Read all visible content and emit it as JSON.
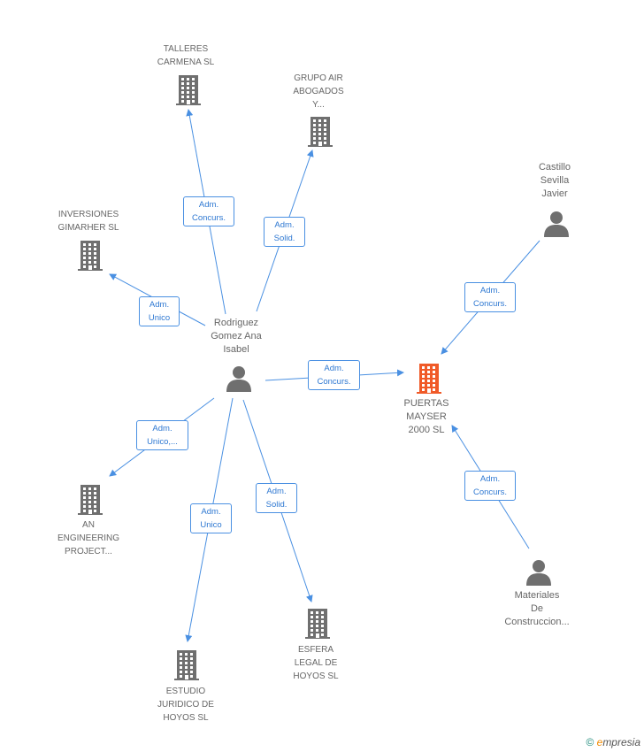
{
  "colors": {
    "edge": "#4a90e2",
    "company": "#6f6f6f",
    "company_focus": "#f05a28",
    "person": "#6f6f6f",
    "label_text": "#666666"
  },
  "nodes": {
    "talleres": {
      "lines": [
        "TALLERES",
        "CARMENA SL"
      ],
      "icon": "building-icon"
    },
    "grupo_air": {
      "lines": [
        "GRUPO AIR",
        "ABOGADOS",
        "Y..."
      ],
      "icon": "building-icon"
    },
    "inversiones": {
      "lines": [
        "INVERSIONES",
        "GIMARHER SL"
      ],
      "icon": "building-icon"
    },
    "castillo": {
      "lines": [
        "Castillo",
        "Sevilla",
        "Javier"
      ],
      "icon": "person-icon"
    },
    "rodriguez": {
      "lines": [
        "Rodriguez",
        "Gomez Ana",
        "Isabel"
      ],
      "icon": "person-icon"
    },
    "puertas": {
      "lines": [
        "PUERTAS",
        "MAYSER",
        "2000 SL"
      ],
      "icon": "building-icon"
    },
    "an_engineering": {
      "lines": [
        "AN",
        "ENGINEERING",
        "PROJECT..."
      ],
      "icon": "building-icon"
    },
    "esfera": {
      "lines": [
        "ESFERA",
        "LEGAL DE",
        "HOYOS SL"
      ],
      "icon": "building-icon"
    },
    "estudio": {
      "lines": [
        "ESTUDIO",
        "JURIDICO DE",
        "HOYOS SL"
      ],
      "icon": "building-icon"
    },
    "materiales": {
      "lines": [
        "Materiales",
        "De",
        "Construccion..."
      ],
      "icon": "person-icon"
    }
  },
  "edges": {
    "to_talleres": [
      "Adm.",
      "Concurs."
    ],
    "to_grupo_air": [
      "Adm.",
      "Solid."
    ],
    "to_inversiones": [
      "Adm.",
      "Unico"
    ],
    "castillo_to_puertas": [
      "Adm.",
      "Concurs."
    ],
    "to_puertas": [
      "Adm.",
      "Concurs."
    ],
    "to_an_engineering": [
      "Adm.",
      "Unico,..."
    ],
    "to_esfera": [
      "Adm.",
      "Solid."
    ],
    "to_estudio": [
      "Adm.",
      "Unico"
    ],
    "materiales_to_puertas": [
      "Adm.",
      "Concurs."
    ]
  },
  "footer": {
    "copyright": "©",
    "brand_first": "e",
    "brand_rest": "mpresia"
  }
}
